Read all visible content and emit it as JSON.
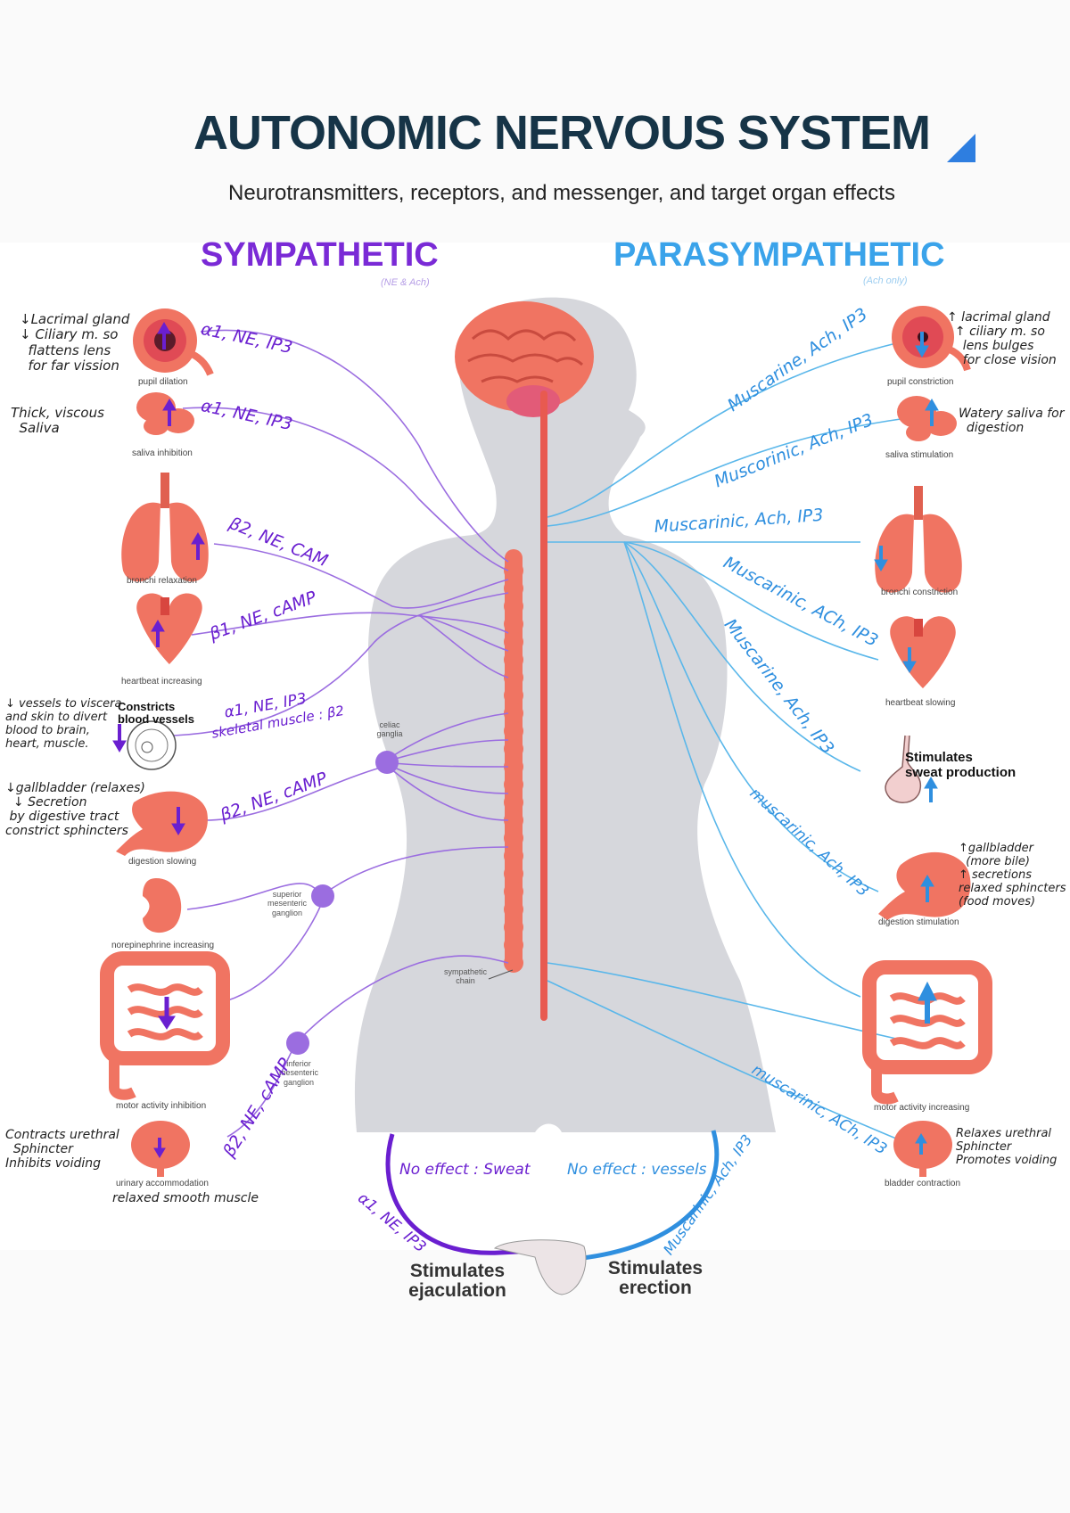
{
  "title": "AUTONOMIC NERVOUS SYSTEM",
  "subtitle": "Neurotransmitters, receptors, and messenger, and target organ effects",
  "headings": {
    "sympathetic": "SYMPATHETIC",
    "parasympathetic": "PARASYMPATHETIC"
  },
  "notes_small": {
    "sympathetic": "(NE & Ach)",
    "parasympathetic": "(Ach only)"
  },
  "colors": {
    "sympathetic": "#7a2ad6",
    "parasympathetic": "#3aa3ea",
    "organ": "#f07462",
    "spine": "#e85a50",
    "body": "#d6d7dc",
    "title": "#163447"
  },
  "sympathetic": {
    "captions": {
      "pupil": "pupil dilation",
      "saliva": "saliva inhibition",
      "bronchi": "bronchi relaxation",
      "heart": "heartbeat increasing",
      "digestion": "digestion slowing",
      "kidney": "norepinephrine increasing",
      "intestine": "motor activity inhibition",
      "bladder": "urinary accommodation"
    },
    "receptors": {
      "eye": "α1, NE, IP3",
      "saliva": "α1, NE, IP3",
      "bronchi": "β2, NE, CAM",
      "heart": "β1, NE, cAMP",
      "vessels_1": "α1, NE, IP3",
      "vessels_2": "skeletal muscle : β2",
      "stomach": "β2, NE, cAMP",
      "bladder": "β2, NE, cAMP",
      "sex": "α1, NE, IP3"
    },
    "notes": {
      "eye": "↓Lacrimal gland\n↓ Ciliary m. so\n  flattens lens\n  for far vission",
      "saliva": "Thick, viscous\n  Saliva",
      "vessels": "↓ vessels to viscera\nand skin to divert\nblood to brain,\nheart, muscle.",
      "stomach": "↓gallbladder (relaxes)\n  ↓ Secretion\n by digestive tract\nconstrict sphincters",
      "bladder": "Contracts urethral\n  Sphincter\nInhibits voiding",
      "bladder_extra": "relaxed smooth muscle",
      "sweat": "No effect : Sweat"
    },
    "vessels_label": "Constricts\nblood vessels",
    "ejaculation": "Stimulates\nejaculation",
    "ganglia": {
      "celiac": "celiac\nganglia",
      "superior": "superior\nmesenteric\nganglion",
      "inferior": "inferior\nmesenteric\nganglion",
      "chain": "sympathetic\nchain"
    }
  },
  "parasympathetic": {
    "captions": {
      "pupil": "pupil constriction",
      "saliva": "saliva stimulation",
      "bronchi": "bronchi constriction",
      "heart": "heartbeat slowing",
      "digestion": "digestion stimulation",
      "intestine": "motor activity increasing",
      "bladder": "bladder contraction"
    },
    "receptors": {
      "eye": "Muscarine, Ach, IP3",
      "saliva": "Muscorinic, Ach, IP3",
      "bronchi": "Muscarinic, Ach, IP3",
      "heart": "Muscarinic, ACh, IP3",
      "sweat": "Muscarine, Ach, IP3",
      "stomach": "muscarinic, Ach, IP3",
      "bladder": "muscarinic, ACh, IP3",
      "sex": "Muscarinic, Ach, IP3"
    },
    "notes": {
      "eye": "↑ lacrimal gland\n  ↑ ciliary m. so\n    lens bulges\n    for close vision",
      "saliva": "Watery saliva for\n  digestion",
      "stomach": "↑gallbladder\n  (more bile)\n↑ secretions\nrelaxed sphincters\n(food moves)",
      "bladder": "Relaxes urethral\nSphincter\nPromotes voiding",
      "vessels": "No effect : vessels"
    },
    "sweat_label": "Stimulates\nsweat production",
    "erection": "Stimulates\nerection"
  }
}
